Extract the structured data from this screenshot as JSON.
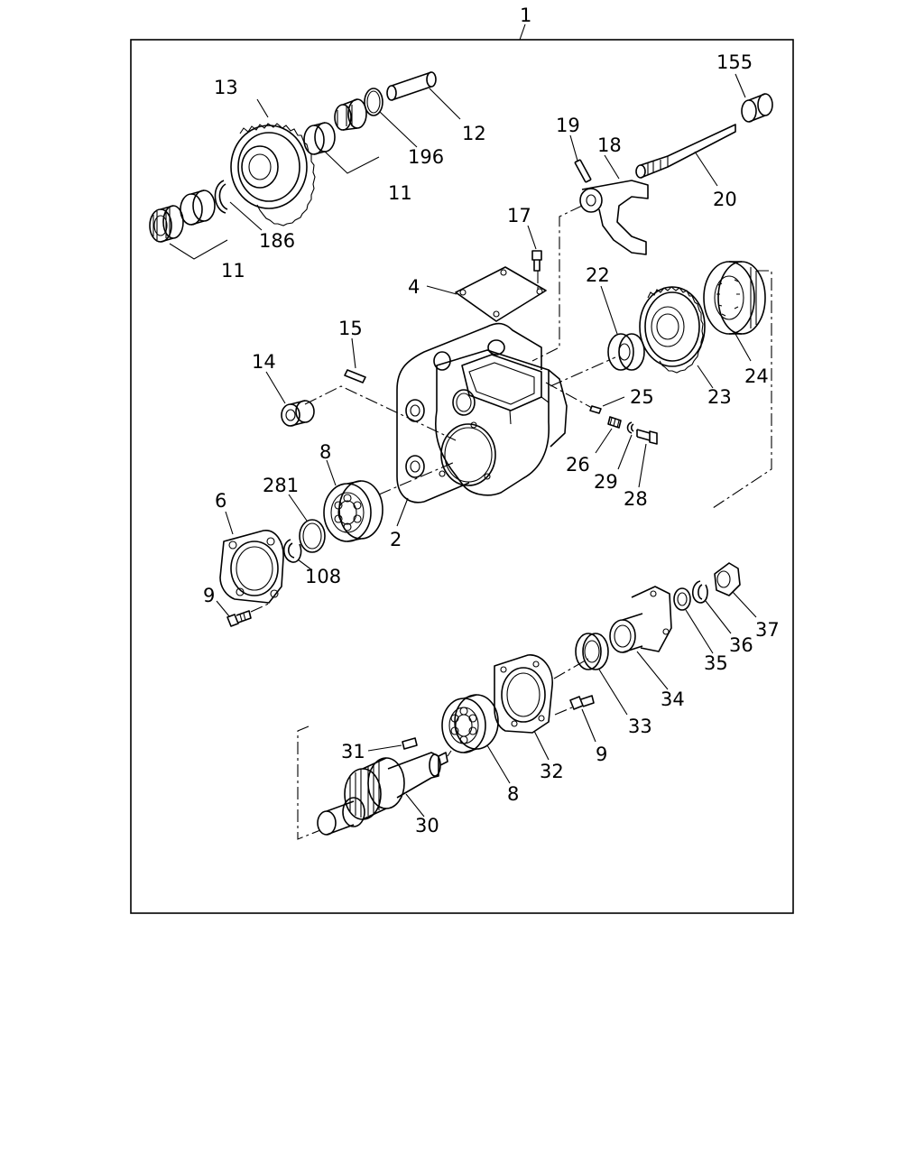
{
  "diagram": {
    "assembly_callout": "1",
    "callouts": [
      {
        "id": "c1",
        "text": "1"
      },
      {
        "id": "c155",
        "text": "155"
      },
      {
        "id": "c13",
        "text": "13"
      },
      {
        "id": "c12",
        "text": "12"
      },
      {
        "id": "c196",
        "text": "196"
      },
      {
        "id": "c11a",
        "text": "11"
      },
      {
        "id": "c11b",
        "text": "11"
      },
      {
        "id": "c186",
        "text": "186"
      },
      {
        "id": "c19",
        "text": "19"
      },
      {
        "id": "c18",
        "text": "18"
      },
      {
        "id": "c20",
        "text": "20"
      },
      {
        "id": "c17",
        "text": "17"
      },
      {
        "id": "c4",
        "text": "4"
      },
      {
        "id": "c22",
        "text": "22"
      },
      {
        "id": "c15",
        "text": "15"
      },
      {
        "id": "c14",
        "text": "14"
      },
      {
        "id": "c24",
        "text": "24"
      },
      {
        "id": "c23",
        "text": "23"
      },
      {
        "id": "c25",
        "text": "25"
      },
      {
        "id": "c8a",
        "text": "8"
      },
      {
        "id": "c281",
        "text": "281"
      },
      {
        "id": "c6",
        "text": "6"
      },
      {
        "id": "c26",
        "text": "26"
      },
      {
        "id": "c29",
        "text": "29"
      },
      {
        "id": "c28",
        "text": "28"
      },
      {
        "id": "c2",
        "text": "2"
      },
      {
        "id": "c108",
        "text": "108"
      },
      {
        "id": "c9a",
        "text": "9"
      },
      {
        "id": "c37",
        "text": "37"
      },
      {
        "id": "c36",
        "text": "36"
      },
      {
        "id": "c35",
        "text": "35"
      },
      {
        "id": "c34",
        "text": "34"
      },
      {
        "id": "c33",
        "text": "33"
      },
      {
        "id": "c9b",
        "text": "9"
      },
      {
        "id": "c31",
        "text": "31"
      },
      {
        "id": "c32",
        "text": "32"
      },
      {
        "id": "c8b",
        "text": "8"
      },
      {
        "id": "c30",
        "text": "30"
      }
    ]
  }
}
